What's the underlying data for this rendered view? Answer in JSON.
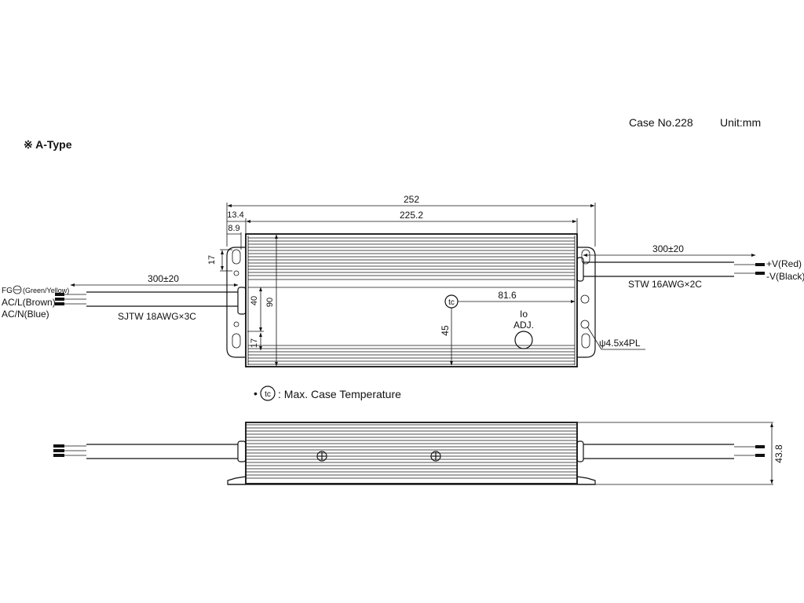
{
  "header": {
    "case_no": "Case No.228",
    "unit": "Unit:mm",
    "type_label": "※ A-Type"
  },
  "top_view": {
    "dim_total_length": "252",
    "dim_body_length": "225.2",
    "dim_flange_outer": "13.4",
    "dim_flange_inner": "8.9",
    "dim_slot_top": "17",
    "dim_slot_bottom": "17",
    "dim_mount_height": "40",
    "dim_body_height": "90",
    "dim_tc_offset": "81.6",
    "dim_tc_height": "45",
    "tc_symbol": "tc",
    "io_label": "Io",
    "adj_label": "ADJ.",
    "hole_label": "ψ4.5x4PL",
    "input_cable_length": "300±20",
    "input_cable_type": "SJTW 18AWG×3C",
    "fg_label": "FG",
    "fg_color": "(Green/Yellow)",
    "acl_label": "AC/L(Brown)",
    "acn_label": "AC/N(Blue)",
    "output_cable_length": "300±20",
    "output_cable_type": "STW 16AWG×2C",
    "vplus_label": "+V(Red)",
    "vminus_label": "-V(Black)"
  },
  "legend": {
    "bullet": "•",
    "tc_symbol": "tc",
    "text": ": Max. Case Temperature"
  },
  "side_view": {
    "dim_height": "43.8"
  }
}
